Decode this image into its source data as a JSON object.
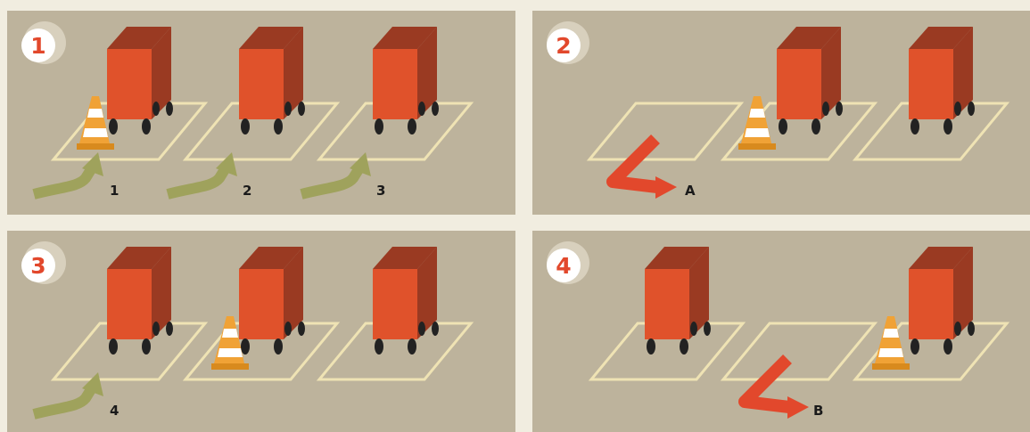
{
  "panels": [
    {
      "number": "1",
      "paths": [
        {
          "label": "1"
        },
        {
          "label": "2"
        },
        {
          "label": "3"
        }
      ]
    },
    {
      "number": "2",
      "exit_label": "A"
    },
    {
      "number": "3",
      "paths": [
        {
          "label": "4"
        }
      ]
    },
    {
      "number": "4",
      "exit_label": "B"
    }
  ],
  "colors": {
    "background": "#f1ede0",
    "panel": "#bdb39c",
    "cart_front": "#e0522b",
    "cart_side": "#9a3a22",
    "parking_line": "#efe3b4",
    "green_path_arrow": "#9fa25c",
    "red_exit_arrow": "#e2482c",
    "cone_orange": "#f0a236",
    "number_badge_text": "#e2482c"
  },
  "icons": [
    "cart-icon",
    "traffic-cone-icon",
    "curved-arrow-icon",
    "turn-arrow-icon",
    "number-badge-icon"
  ]
}
